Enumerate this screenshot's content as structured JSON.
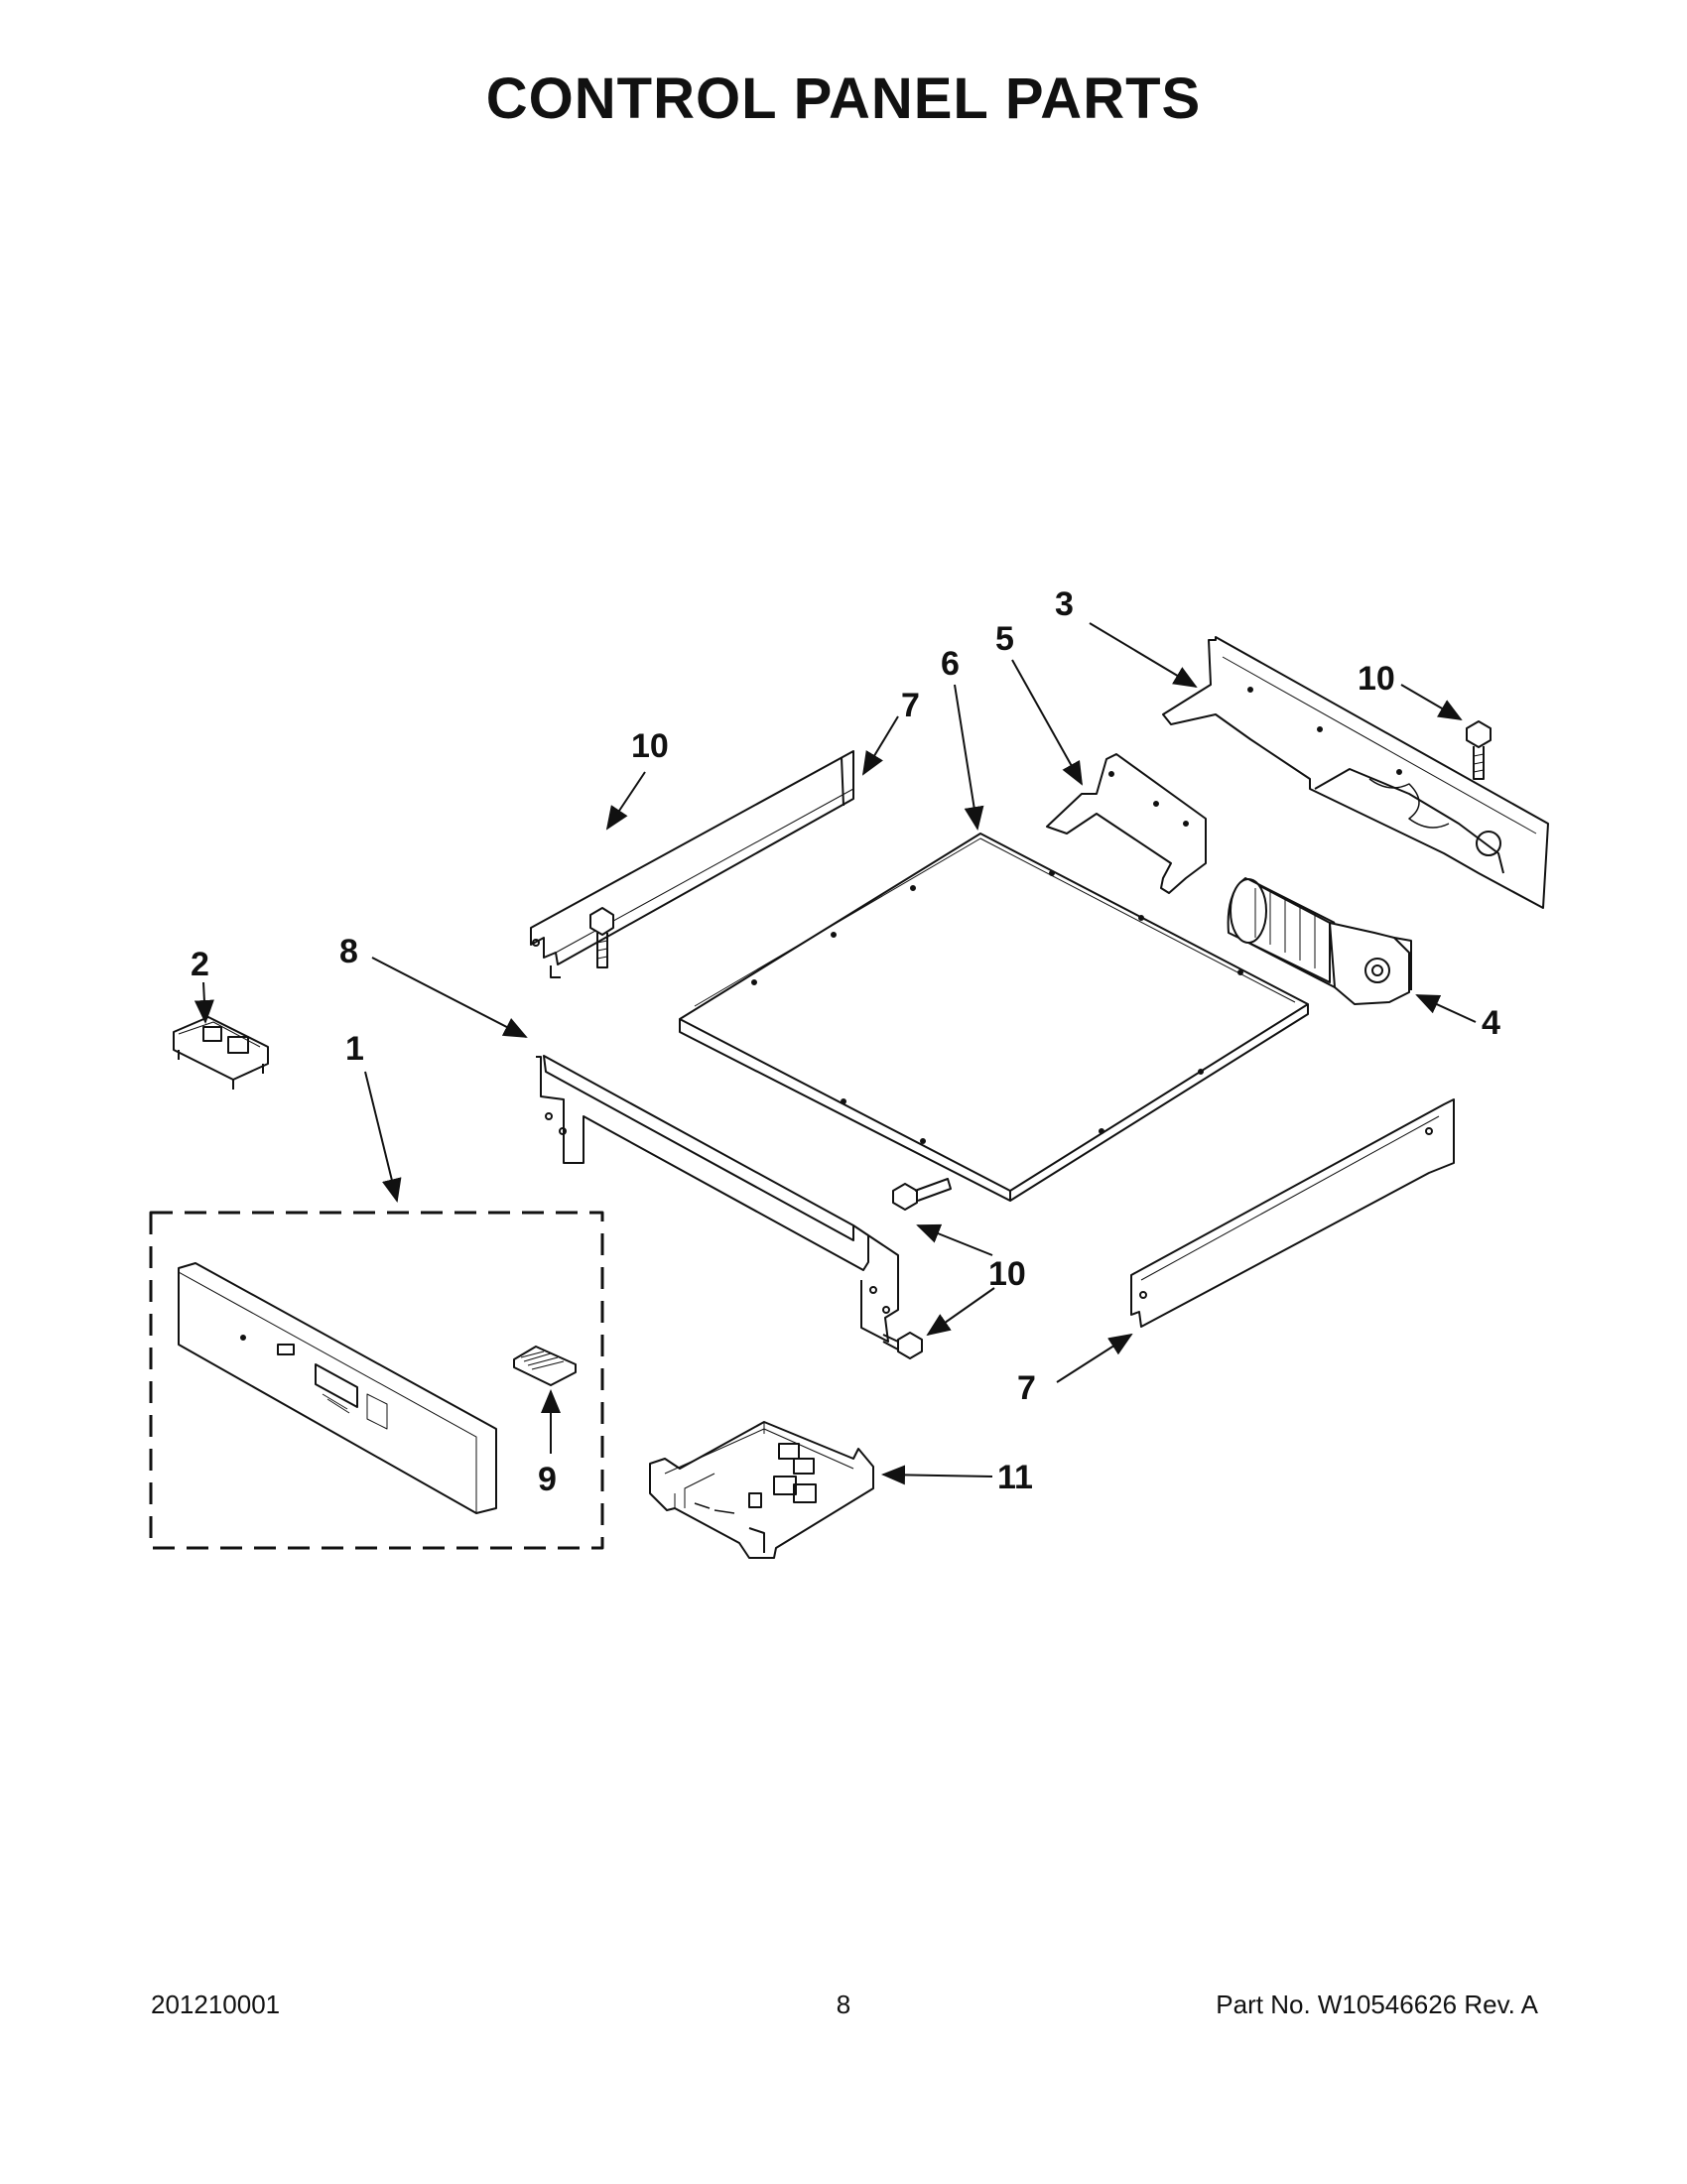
{
  "title": "CONTROL PANEL PARTS",
  "callouts": [
    "1",
    "2",
    "3",
    "4",
    "5",
    "6",
    "7",
    "8",
    "9",
    "10",
    "11"
  ],
  "footer": {
    "doc_number": "201210001",
    "page_number": "8",
    "part_no": "Part No.  W10546626  Rev.  A"
  }
}
